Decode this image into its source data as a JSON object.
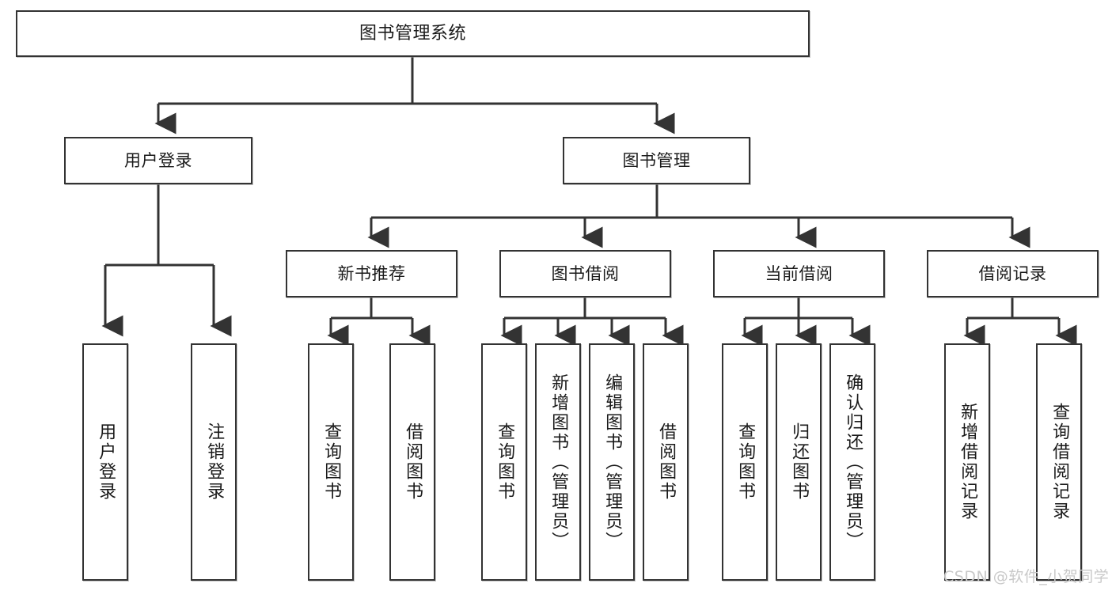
{
  "diagram": {
    "title": "图书管理系统",
    "type": "tree",
    "background": "#ffffff",
    "line_color": "#333333",
    "box_border_color": "#333333",
    "box_fill": "#ffffff",
    "text_color": "#1a1a1a"
  },
  "root": {
    "label": "图书管理系统"
  },
  "level2": [
    {
      "label": "用户登录"
    },
    {
      "label": "图书管理"
    }
  ],
  "level3": [
    {
      "label": "新书推荐"
    },
    {
      "label": "图书借阅"
    },
    {
      "label": "当前借阅"
    },
    {
      "label": "借阅记录"
    }
  ],
  "leaves": {
    "user_login": [
      {
        "label": "用户登录"
      },
      {
        "label": "注销登录"
      }
    ],
    "new_book": [
      {
        "label": "查询图书"
      },
      {
        "label": "借阅图书"
      }
    ],
    "borrow_book": [
      {
        "label": "查询图书"
      },
      {
        "label": "新增图书（管理员）"
      },
      {
        "label": "编辑图书（管理员）"
      },
      {
        "label": "借阅图书"
      }
    ],
    "current_borrow": [
      {
        "label": "查询图书"
      },
      {
        "label": "归还图书"
      },
      {
        "label": "确认归还（管理员）"
      }
    ],
    "borrow_record": [
      {
        "label": "新增借阅记录"
      },
      {
        "label": "查询借阅记录"
      }
    ]
  },
  "watermark": {
    "text": "CSDN @软件_小贺同学"
  }
}
